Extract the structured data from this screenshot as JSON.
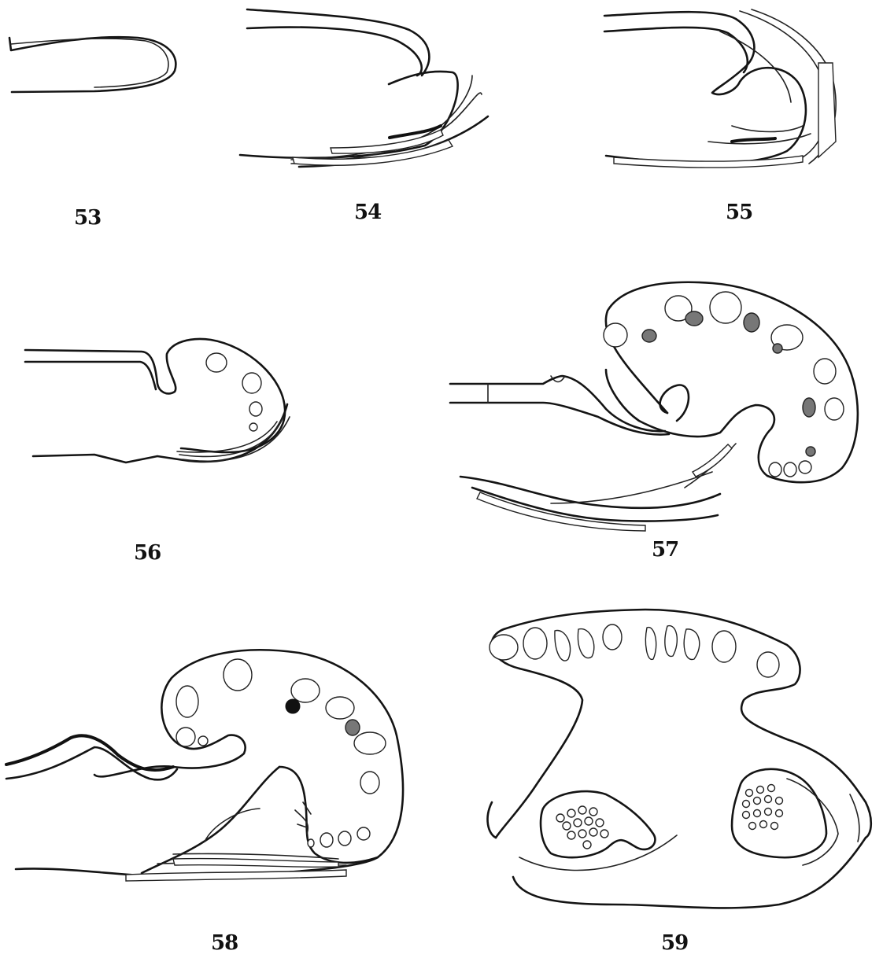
{
  "figures": [
    {
      "id": "fig53",
      "label": "53"
    },
    {
      "id": "fig54",
      "label": "54"
    },
    {
      "id": "fig55",
      "label": "55"
    },
    {
      "id": "fig56",
      "label": "56"
    },
    {
      "id": "fig57",
      "label": "57"
    },
    {
      "id": "fig58",
      "label": "58"
    },
    {
      "id": "fig59",
      "label": "59"
    }
  ]
}
